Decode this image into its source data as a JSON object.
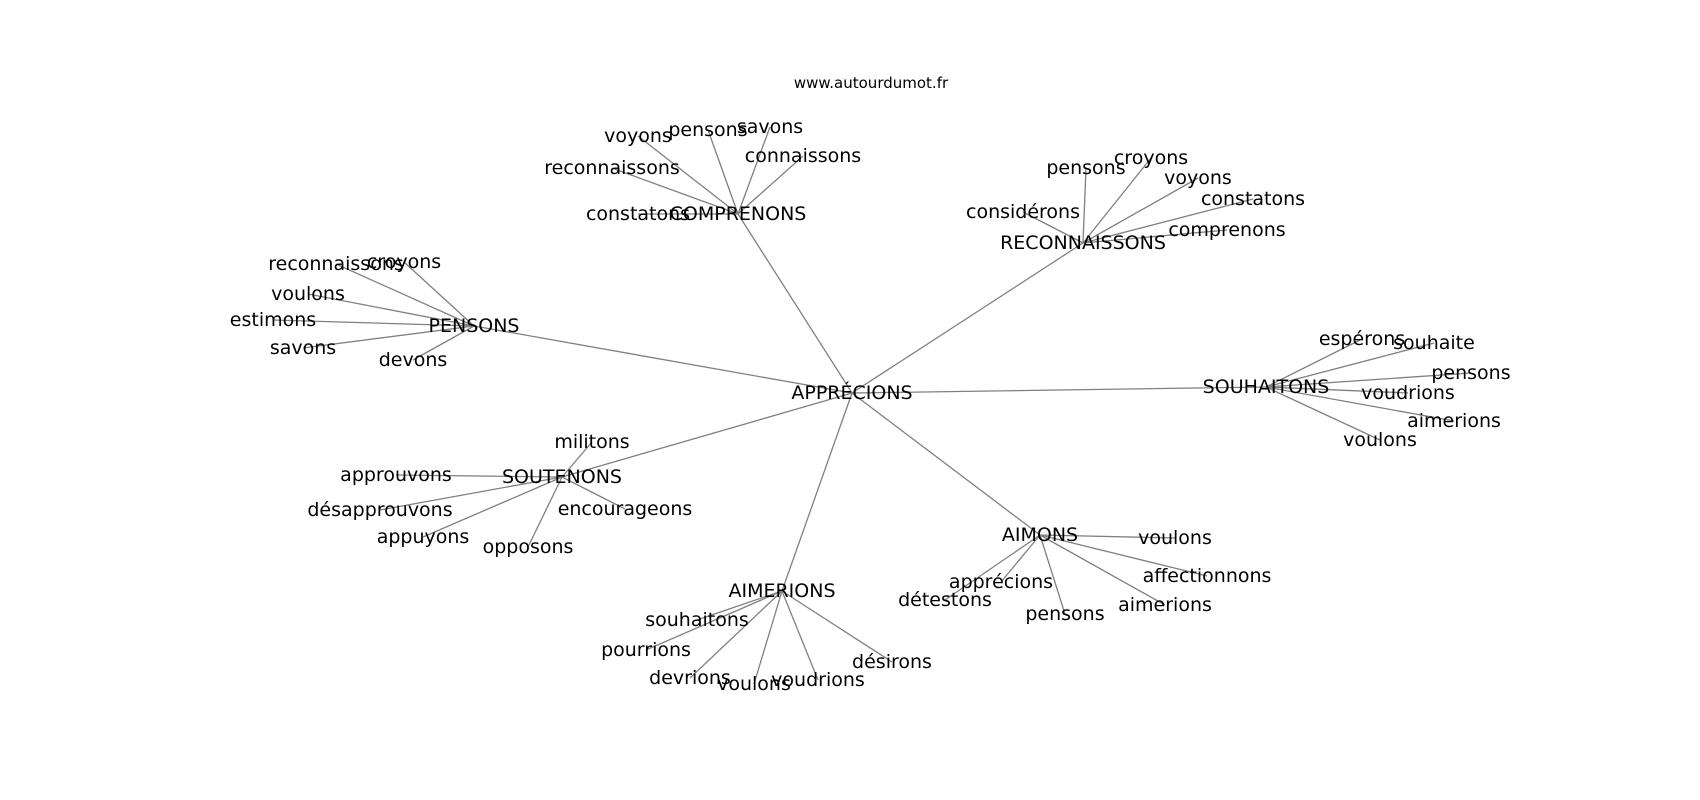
{
  "site": "www.autourdumot.fr",
  "center": "APPRÉCIONS",
  "hubs": [
    {
      "id": "comprenons",
      "label": "COMPRENONS",
      "leaves": [
        "voyons",
        "pensons",
        "savons",
        "connaissons",
        "reconnaissons",
        "constatons"
      ]
    },
    {
      "id": "reconnaissons",
      "label": "RECONNAISSONS",
      "leaves": [
        "pensons",
        "croyons",
        "voyons",
        "constatons",
        "considérons",
        "comprenons"
      ]
    },
    {
      "id": "pensons",
      "label": "PENSONS",
      "leaves": [
        "reconnaissons",
        "croyons",
        "voulons",
        "estimons",
        "savons",
        "devons"
      ]
    },
    {
      "id": "souhaitons",
      "label": "SOUHAITONS",
      "leaves": [
        "espérons",
        "souhaite",
        "pensons",
        "voudrions",
        "aimerions",
        "voulons"
      ]
    },
    {
      "id": "soutenons",
      "label": "SOUTENONS",
      "leaves": [
        "militons",
        "approuvons",
        "désapprouvons",
        "encourageons",
        "appuyons",
        "opposons"
      ]
    },
    {
      "id": "aimons",
      "label": "AIMONS",
      "leaves": [
        "voulons",
        "apprécions",
        "détestons",
        "affectionnons",
        "aimerions",
        "pensons"
      ]
    },
    {
      "id": "aimerions",
      "label": "AIMERIONS",
      "leaves": [
        "souhaitons",
        "pourrions",
        "devrions",
        "voulons",
        "voudrions",
        "désirons"
      ]
    }
  ]
}
